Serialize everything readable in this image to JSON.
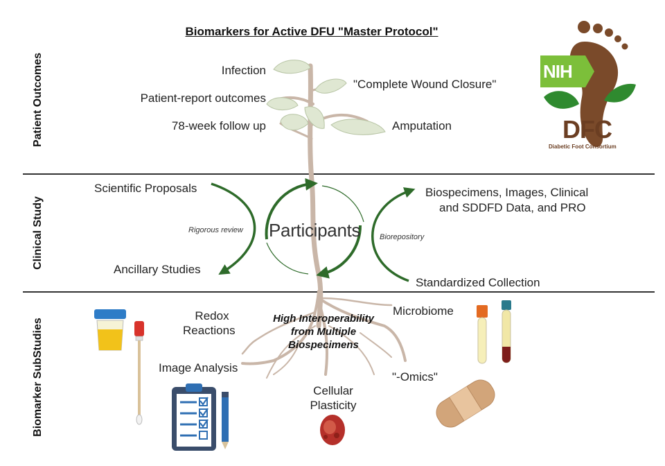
{
  "title": "Biomarkers for Active DFU \"Master Protocol\"",
  "sections": {
    "patient_outcomes": "Patient Outcomes",
    "clinical_study": "Clinical Study",
    "biomarker_substudies": "Biomarker SubStudies"
  },
  "outcomes": {
    "infection": "Infection",
    "pro": "Patient-report outcomes",
    "followup": "78-week follow up",
    "closure": "\"Complete Wound Closure\"",
    "amputation": "Amputation"
  },
  "clinical": {
    "proposals": "Scientific Proposals",
    "review": "Rigorous review",
    "ancillary": "Ancillary Studies",
    "participants": "Participants",
    "biorepository": "Biorepository",
    "biospecimens_line1": "Biospecimens, Images, Clinical",
    "biospecimens_line2": "and SDDFD Data, and PRO",
    "collection": "Standardized Collection"
  },
  "substudies": {
    "redox_line1": "Redox",
    "redox_line2": "Reactions",
    "image_analysis": "Image Analysis",
    "interop_line1": "High Interoperability",
    "interop_line2": "from Multiple",
    "interop_line3": "Biospecimens",
    "microbiome": "Microbiome",
    "omics": "\"-Omics\"",
    "plasticity_line1": "Cellular",
    "plasticity_line2": "Plasticity"
  },
  "logo": {
    "nih": "NIH",
    "dfc": "DFC",
    "tagline": "Diabetic Foot Consortium"
  },
  "icons": [
    "specimen-cup-icon",
    "swab-icon",
    "clipboard-icon",
    "pen-icon",
    "blood-tube-icon",
    "bandage-icon",
    "tissue-sample-icon",
    "foot-logo-icon"
  ],
  "colors": {
    "arrow_green": "#2e6b2a",
    "stem": "#c9b6a8",
    "leaf": "#dfe7d2",
    "nih_green": "#7cbf3a",
    "foot_brown": "#7a4a2a",
    "dfc_brown": "#6b3e22"
  }
}
